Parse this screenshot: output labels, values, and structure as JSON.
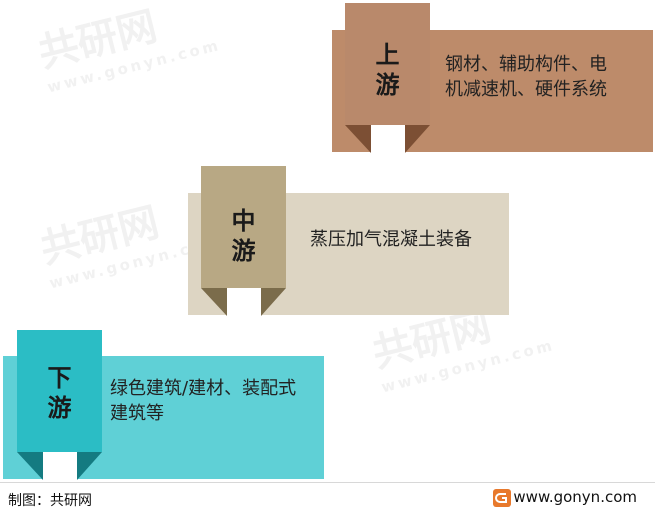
{
  "stages": [
    {
      "label": "上\n游",
      "description": "钢材、辅助构件、电\n机减速机、硬件系统",
      "band_color": "#bd8b6a",
      "tab_color": "#b9896b",
      "fold_color": "#7c4f34"
    },
    {
      "label": "中\n游",
      "description": "蒸压加气混凝土装备",
      "band_color": "#ddd5c3",
      "tab_color": "#b8a884",
      "fold_color": "#7b6c4b"
    },
    {
      "label": "下\n游",
      "description": "绿色建筑/建材、装配式\n建筑等",
      "band_color": "#5fd0d6",
      "tab_color": "#2bbdc5",
      "fold_color": "#147b81"
    }
  ],
  "footer": {
    "source": "制图：共研网",
    "site": "www.gonyn.com"
  },
  "watermark": {
    "text": "共研网",
    "subtext": "www.gonyn.com"
  },
  "colors": {
    "logo_orange": "#e8792c"
  }
}
